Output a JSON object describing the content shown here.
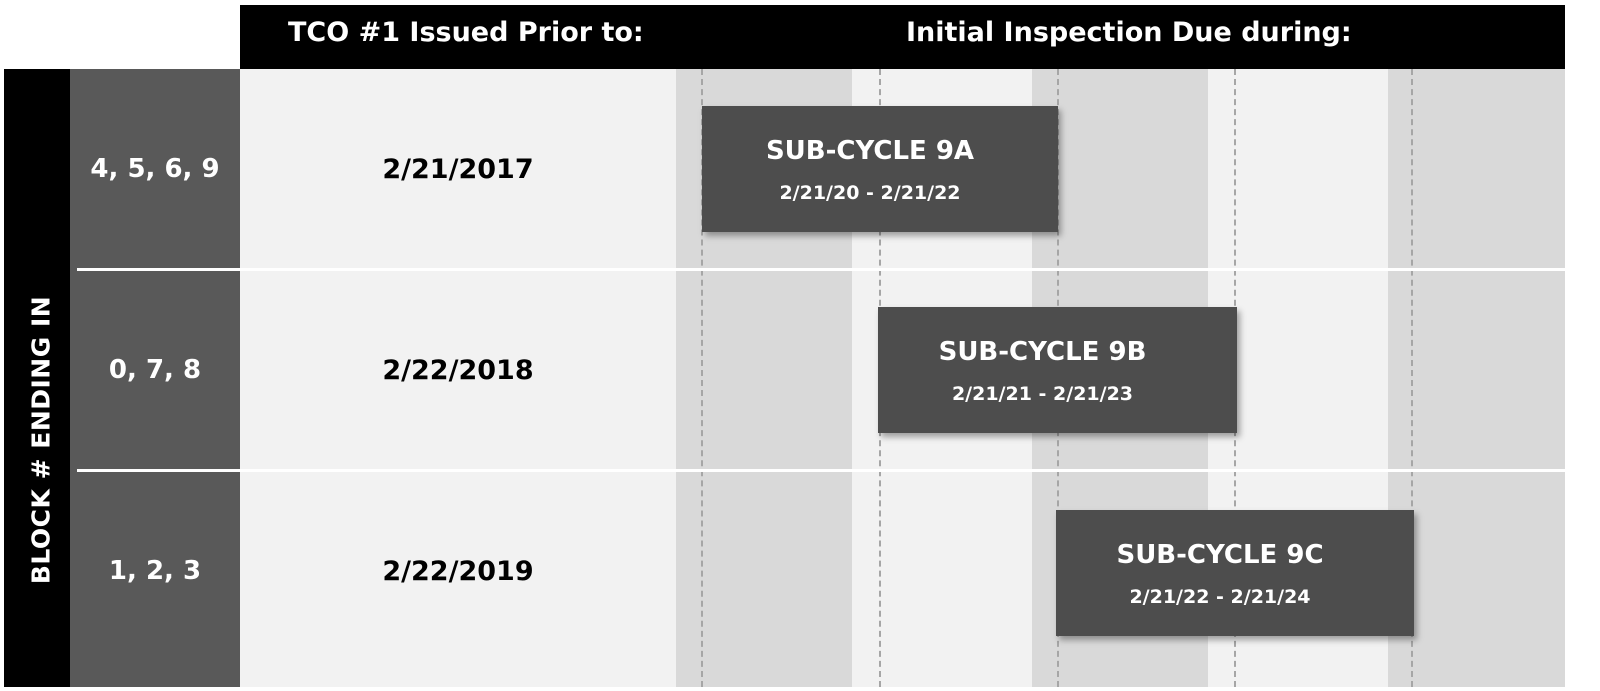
{
  "header": {
    "tco_label": "TCO #1 Issued Prior to:",
    "inspection_label": "Initial Inspection Due during:"
  },
  "sidebar": {
    "label": "BLOCK # ENDING IN"
  },
  "rows": [
    {
      "block_digits": "4, 5, 6, 9",
      "tco_date": "2/21/2017"
    },
    {
      "block_digits": "0, 7, 8",
      "tco_date": "2/22/2018"
    },
    {
      "block_digits": "1, 2, 3",
      "tco_date": "2/22/2019"
    }
  ],
  "cycles": [
    {
      "title": "SUB-CYCLE 9A",
      "range": "2/21/20 - 2/21/22"
    },
    {
      "title": "SUB-CYCLE 9B",
      "range": "2/21/21 - 2/21/23"
    },
    {
      "title": "SUB-CYCLE 9C",
      "range": "2/21/22 - 2/21/24"
    }
  ],
  "colors": {
    "header_bg": "#000000",
    "block_col_bg": "#595959",
    "date_col_bg": "#f2f2f2",
    "band_dark": "#d9d9d9",
    "band_light": "#f2f2f2",
    "cycle_box": "#4d4d4d",
    "dashed_line": "#a6a6a6"
  }
}
